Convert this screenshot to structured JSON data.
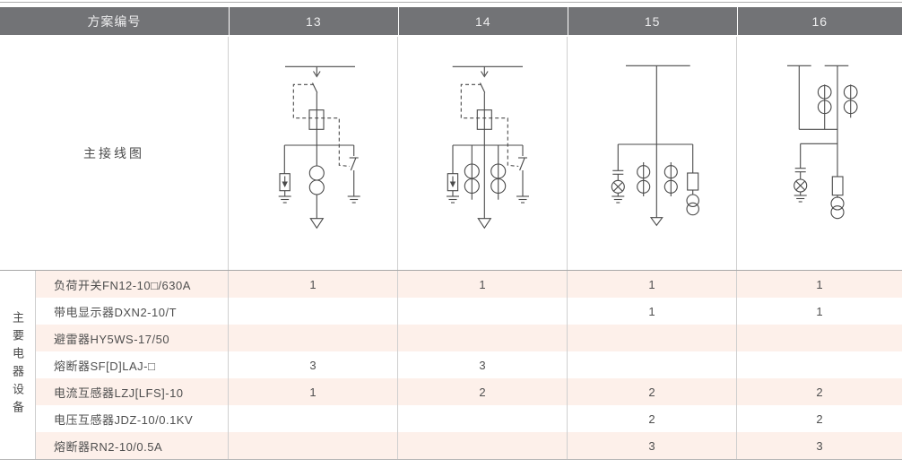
{
  "header": {
    "scheme_label": "方案编号",
    "schemes": [
      "13",
      "14",
      "15",
      "16"
    ]
  },
  "diagram_row": {
    "label": "主接线图"
  },
  "diagrams": [
    {
      "scheme": "13",
      "symbols": [
        "busbar",
        "load-switch-with-dashed-interlock",
        "fuse",
        "arrester-with-earth",
        "current-transformer-pair-on-feeder",
        "earthing-switch-dashed-link",
        "outgoing-feeder-arrow"
      ]
    },
    {
      "scheme": "14",
      "symbols": [
        "busbar",
        "load-switch-with-dashed-interlock",
        "fuse",
        "arrester-with-earth",
        "two-current-transformer-pairs",
        "earthing-switch-dashed-link",
        "outgoing-feeder-arrow"
      ]
    },
    {
      "scheme": "15",
      "symbols": [
        "busbar",
        "live-display-lamp-with-earth",
        "two-current-transformer-pairs",
        "fuse",
        "voltage-transformer",
        "outgoing-feeder-arrow"
      ]
    },
    {
      "scheme": "16",
      "symbols": [
        "double-busbar",
        "two-current-transformer-pairs",
        "live-display-lamp-with-earth",
        "fuse",
        "voltage-transformer"
      ]
    }
  ],
  "equipment_section": {
    "group_label": "主要电器设备",
    "rows": [
      {
        "name": "负荷开关FN12-10□/630A",
        "values": [
          "1",
          "1",
          "1",
          "1"
        ]
      },
      {
        "name": "带电显示器DXN2-10/T",
        "values": [
          "",
          "",
          "1",
          "1"
        ]
      },
      {
        "name": "避雷器HY5WS-17/50",
        "values": [
          "",
          "",
          "",
          ""
        ]
      },
      {
        "name": "熔断器SF[D]LAJ-□",
        "values": [
          "3",
          "3",
          "",
          ""
        ]
      },
      {
        "name": "电流互感器LZJ[LFS]-10",
        "values": [
          "1",
          "2",
          "2",
          "2"
        ]
      },
      {
        "name": "电压互感器JDZ-10/0.1KV",
        "values": [
          "",
          "",
          "2",
          "2"
        ]
      },
      {
        "name": "熔断器RN2-10/0.5A",
        "values": [
          "",
          "",
          "3",
          "3"
        ]
      }
    ]
  },
  "colors": {
    "header_bg": "#727376",
    "header_text": "#ededee",
    "row_pink": "#fdf0ea",
    "grid_line": "#cfcfcf",
    "diagram_stroke": "#4a4a4a",
    "body_text": "#4f4f4f"
  }
}
